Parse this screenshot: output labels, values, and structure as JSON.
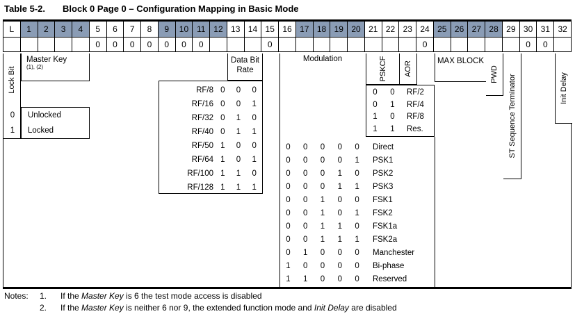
{
  "title": {
    "prefix": "Table 5-2.",
    "text": "Block 0 Page 0 – Configuration Mapping in Basic Mode"
  },
  "colors": {
    "header_shade": "#8a9cb5"
  },
  "bit_header": {
    "cells": [
      {
        "label": "L",
        "shaded": false
      },
      {
        "label": "1",
        "shaded": true
      },
      {
        "label": "2",
        "shaded": true
      },
      {
        "label": "3",
        "shaded": true
      },
      {
        "label": "4",
        "shaded": true
      },
      {
        "label": "5",
        "shaded": false
      },
      {
        "label": "6",
        "shaded": false
      },
      {
        "label": "7",
        "shaded": false
      },
      {
        "label": "8",
        "shaded": false
      },
      {
        "label": "9",
        "shaded": true
      },
      {
        "label": "10",
        "shaded": true
      },
      {
        "label": "11",
        "shaded": true
      },
      {
        "label": "12",
        "shaded": true
      },
      {
        "label": "13",
        "shaded": false
      },
      {
        "label": "14",
        "shaded": false
      },
      {
        "label": "15",
        "shaded": false
      },
      {
        "label": "16",
        "shaded": false
      },
      {
        "label": "17",
        "shaded": true
      },
      {
        "label": "18",
        "shaded": true
      },
      {
        "label": "19",
        "shaded": true
      },
      {
        "label": "20",
        "shaded": true
      },
      {
        "label": "21",
        "shaded": false
      },
      {
        "label": "22",
        "shaded": false
      },
      {
        "label": "23",
        "shaded": false
      },
      {
        "label": "24",
        "shaded": false
      },
      {
        "label": "25",
        "shaded": true
      },
      {
        "label": "26",
        "shaded": true
      },
      {
        "label": "27",
        "shaded": true
      },
      {
        "label": "28",
        "shaded": true
      },
      {
        "label": "29",
        "shaded": false
      },
      {
        "label": "30",
        "shaded": false
      },
      {
        "label": "31",
        "shaded": false
      },
      {
        "label": "32",
        "shaded": false
      }
    ]
  },
  "fixed_values": {
    "cells": [
      "",
      "",
      "",
      "",
      "",
      "0",
      "0",
      "0",
      "0",
      "0",
      "0",
      "0",
      "",
      "",
      "",
      "0",
      "",
      "",
      "",
      "",
      "",
      "",
      "",
      "",
      "0",
      "",
      "",
      "",
      "",
      "",
      "0",
      "0",
      ""
    ]
  },
  "fields": {
    "lock_bit": "Lock Bit",
    "master_key": "Master Key",
    "master_key_note": "(1), (2)",
    "data_bit_rate": "Data Bit Rate",
    "modulation": "Modulation",
    "pskcf": "PSKCF",
    "aor": "AOR",
    "max_block": "MAX BLOCK",
    "pwd": "PWD",
    "st_terminator": "ST Sequence Terminator",
    "init_delay": "Init Delay"
  },
  "lock_legend": [
    {
      "bit": "0",
      "label": "Unlocked"
    },
    {
      "bit": "1",
      "label": "Locked"
    }
  ],
  "data_rate_legend": [
    {
      "label": "RF/8",
      "b0": "0",
      "b1": "0",
      "b2": "0"
    },
    {
      "label": "RF/16",
      "b0": "0",
      "b1": "0",
      "b2": "1"
    },
    {
      "label": "RF/32",
      "b0": "0",
      "b1": "1",
      "b2": "0"
    },
    {
      "label": "RF/40",
      "b0": "0",
      "b1": "1",
      "b2": "1"
    },
    {
      "label": "RF/50",
      "b0": "1",
      "b1": "0",
      "b2": "0"
    },
    {
      "label": "RF/64",
      "b0": "1",
      "b1": "0",
      "b2": "1"
    },
    {
      "label": "RF/100",
      "b0": "1",
      "b1": "1",
      "b2": "0"
    },
    {
      "label": "RF/128",
      "b0": "1",
      "b1": "1",
      "b2": "1"
    }
  ],
  "pskcf_legend": [
    {
      "b0": "0",
      "b1": "0",
      "label": "RF/2"
    },
    {
      "b0": "0",
      "b1": "1",
      "label": "RF/4"
    },
    {
      "b0": "1",
      "b1": "0",
      "label": "RF/8"
    },
    {
      "b0": "1",
      "b1": "1",
      "label": "Res."
    }
  ],
  "modulation_legend": [
    {
      "b0": "0",
      "b1": "0",
      "b2": "0",
      "b3": "0",
      "b4": "0",
      "label": "Direct"
    },
    {
      "b0": "0",
      "b1": "0",
      "b2": "0",
      "b3": "0",
      "b4": "1",
      "label": "PSK1"
    },
    {
      "b0": "0",
      "b1": "0",
      "b2": "0",
      "b3": "1",
      "b4": "0",
      "label": "PSK2"
    },
    {
      "b0": "0",
      "b1": "0",
      "b2": "0",
      "b3": "1",
      "b4": "1",
      "label": "PSK3"
    },
    {
      "b0": "0",
      "b1": "0",
      "b2": "1",
      "b3": "0",
      "b4": "0",
      "label": "FSK1"
    },
    {
      "b0": "0",
      "b1": "0",
      "b2": "1",
      "b3": "0",
      "b4": "1",
      "label": "FSK2"
    },
    {
      "b0": "0",
      "b1": "0",
      "b2": "1",
      "b3": "1",
      "b4": "0",
      "label": "FSK1a"
    },
    {
      "b0": "0",
      "b1": "0",
      "b2": "1",
      "b3": "1",
      "b4": "1",
      "label": "FSK2a"
    },
    {
      "b0": "0",
      "b1": "1",
      "b2": "0",
      "b3": "0",
      "b4": "0",
      "label": "Manchester"
    },
    {
      "b0": "1",
      "b1": "0",
      "b2": "0",
      "b3": "0",
      "b4": "0",
      "label": "Bi-phase"
    },
    {
      "b0": "1",
      "b1": "1",
      "b2": "0",
      "b3": "0",
      "b4": "0",
      "label": "Reserved"
    }
  ],
  "notes": {
    "label": "Notes:",
    "note1": {
      "num": "1.",
      "pre": "If the ",
      "em": "Master Key",
      "post": " is 6 the test mode access is disabled"
    },
    "note2": {
      "num": "2.",
      "pre": "If the ",
      "em1": "Master Key",
      "mid": " is neither 6 nor 9, the extended function mode and ",
      "em2": "Init Delay",
      "post": " are disabled"
    }
  }
}
